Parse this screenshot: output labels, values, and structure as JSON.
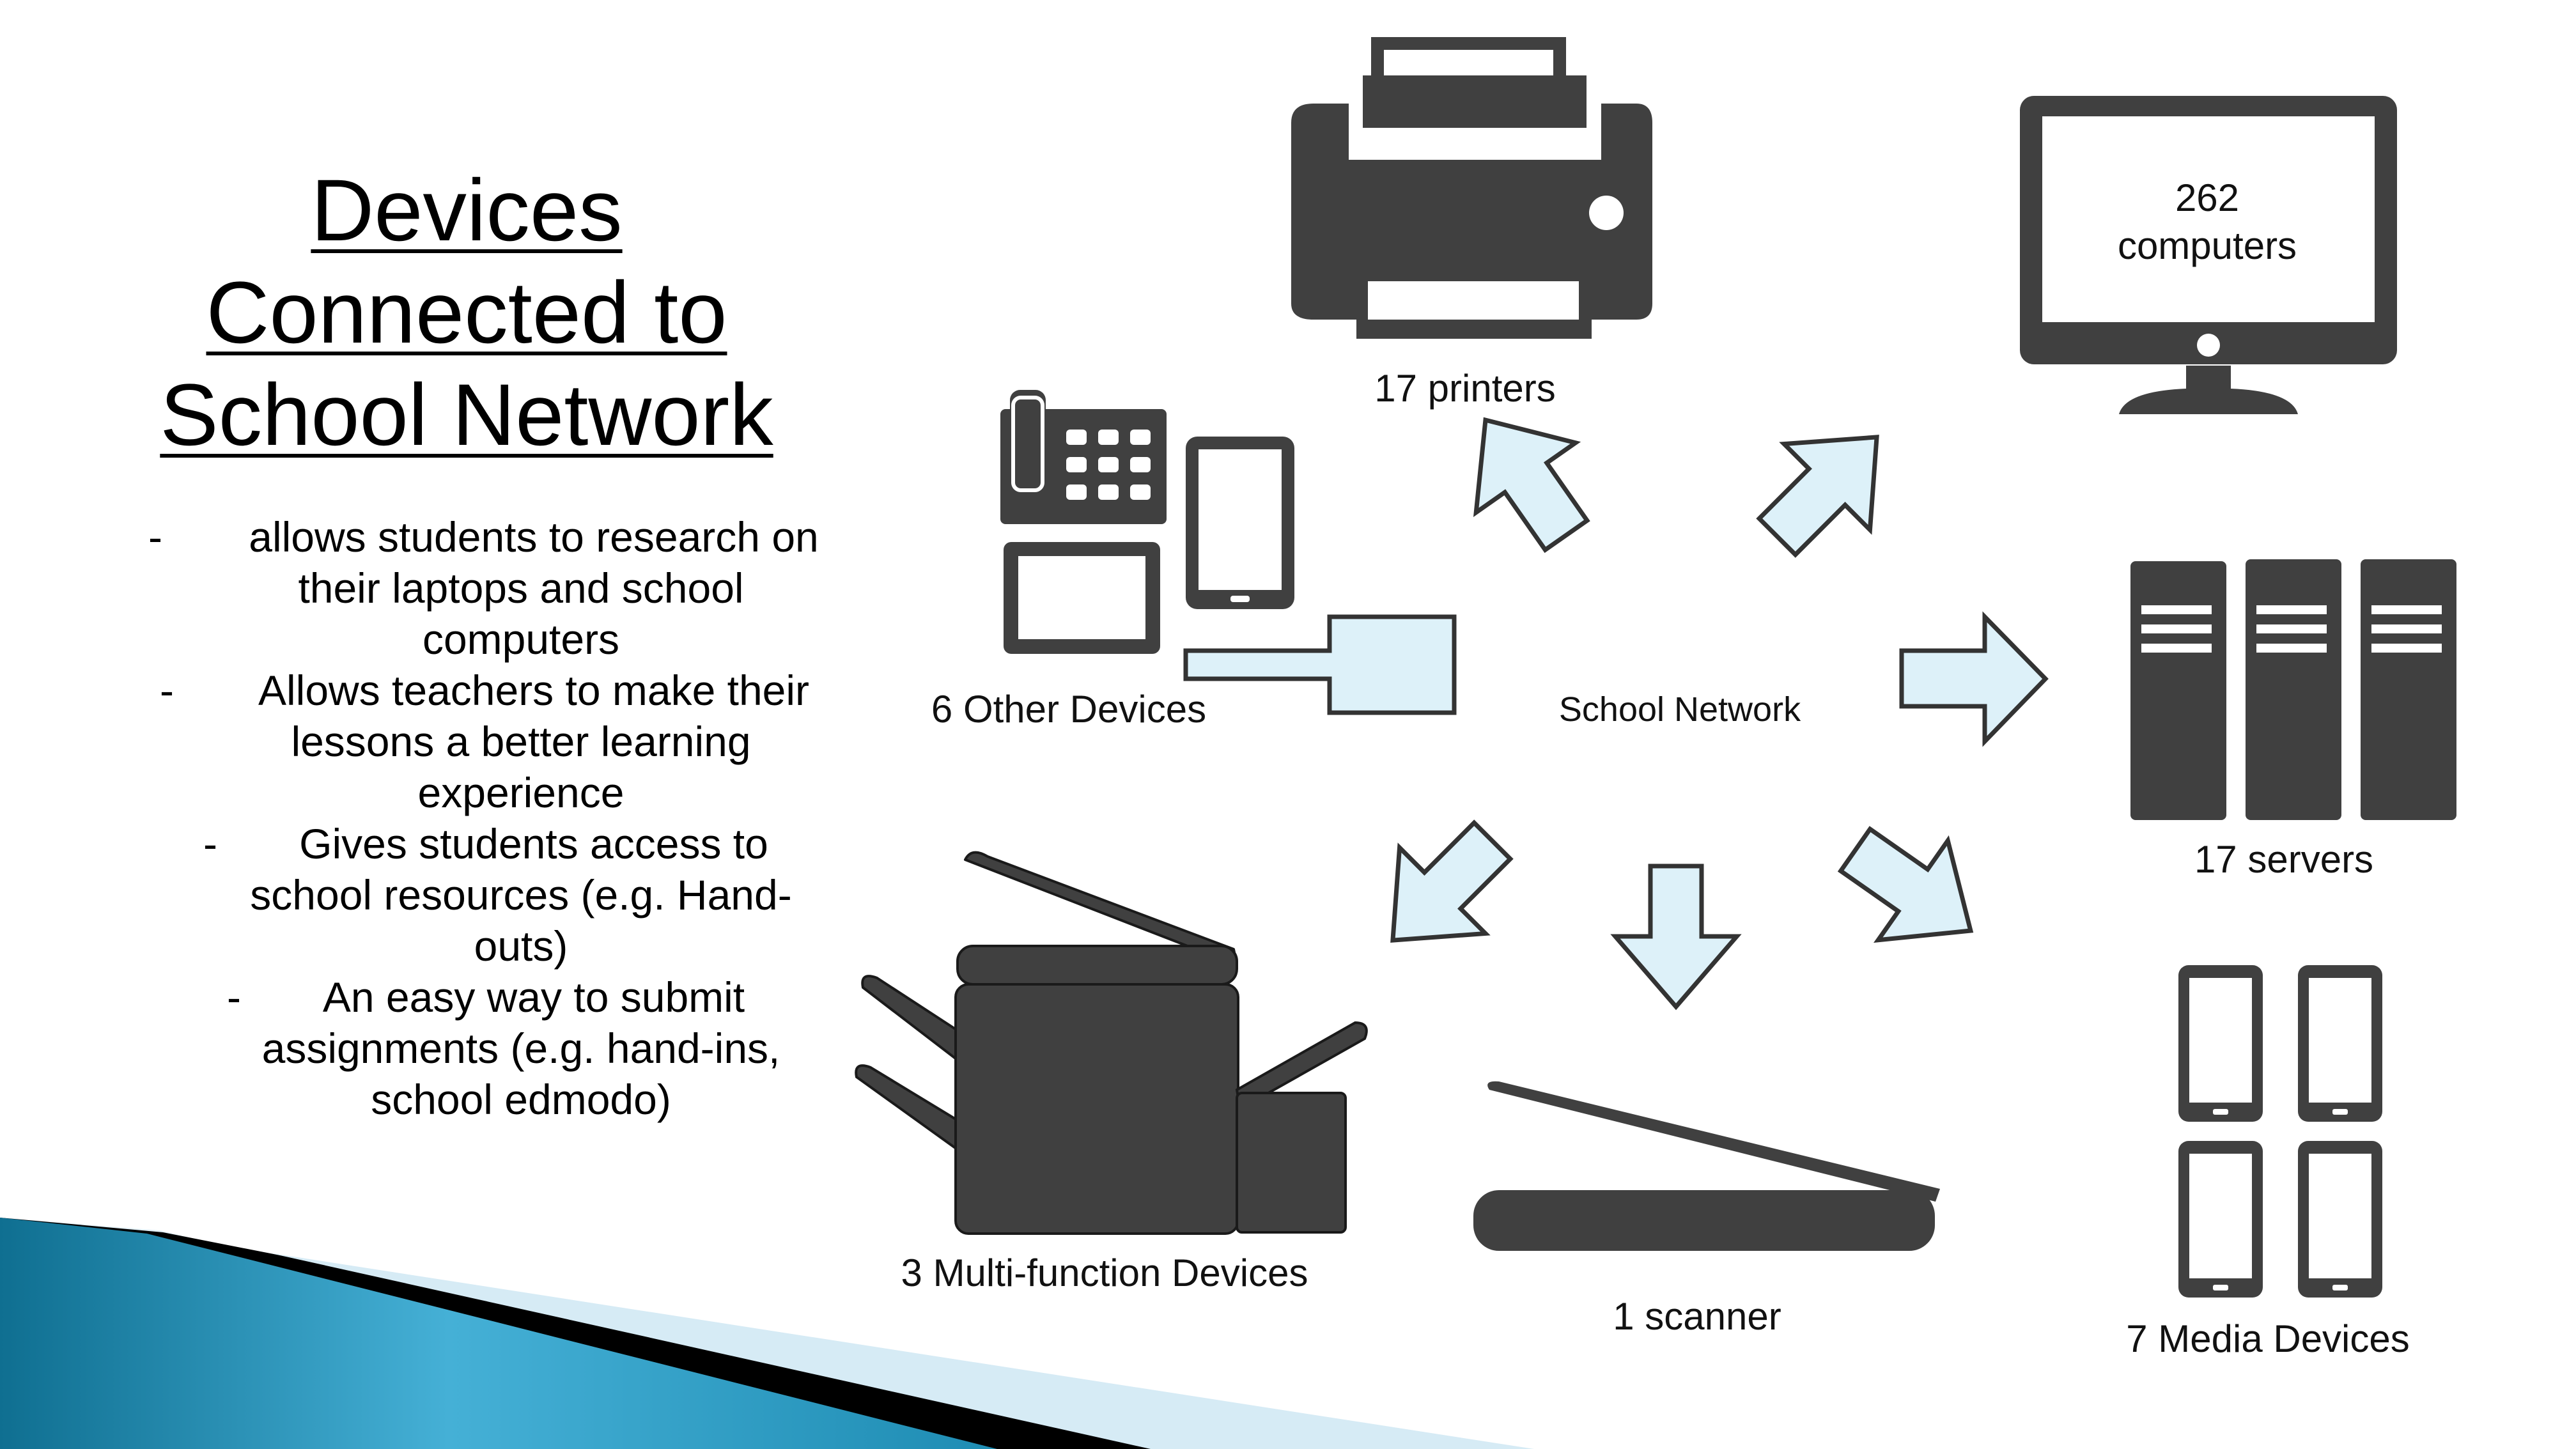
{
  "title_lines": [
    "Devices",
    "Connected to",
    "School Network"
  ],
  "bullets": [
    {
      "dash": "-",
      "lines": [
        "allows students to research on",
        "their laptops and school",
        "computers"
      ]
    },
    {
      "dash": "-",
      "lines": [
        "Allows teachers to make their",
        "lessons a better learning",
        "experience"
      ]
    },
    {
      "dash": "-",
      "lines": [
        "Gives students access to",
        "school resources (e.g. Hand-",
        "outs)"
      ]
    },
    {
      "dash": "-",
      "lines": [
        "An easy way to submit",
        "assignments (e.g. hand-ins,",
        "school edmodo)"
      ]
    }
  ],
  "center_label": "School Network",
  "nodes": {
    "printers": {
      "label": "17 printers",
      "icon": "printer-icon"
    },
    "computers": {
      "label_lines": [
        "262",
        "computers"
      ],
      "icon": "monitor-icon"
    },
    "servers": {
      "label": "17 servers",
      "icon": "server-rack-icon"
    },
    "media": {
      "label": "7 Media Devices",
      "icon": "tablets-icon"
    },
    "scanner": {
      "label": "1 scanner",
      "icon": "scanner-icon"
    },
    "multifunction": {
      "label": "3 Multi-function Devices",
      "icon": "multifunction-printer-icon"
    },
    "other": {
      "label": "6 Other Devices",
      "icon": "phone-tablet-icon"
    }
  },
  "colors": {
    "icon": "#404040",
    "arrow_fill": "#ddf1f9",
    "arrow_stroke": "#333333",
    "swoosh_blue": "#1f8fb5",
    "swoosh_light": "#cfe7f3"
  }
}
